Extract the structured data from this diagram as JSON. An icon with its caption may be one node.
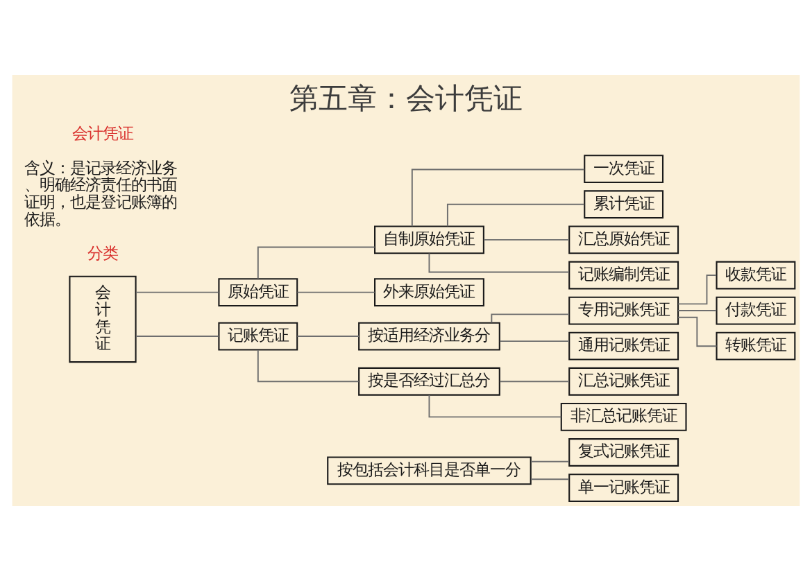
{
  "diagram": {
    "title": "第五章：会计凭证",
    "nodes": [
      {
        "text": [
          "会计凭证"
        ]
      },
      {
        "text": [
          "原始凭证"
        ]
      },
      {
        "text": [
          "自制原始凭证"
        ]
      },
      {
        "text": [
          "一次凭证"
        ]
      },
      {
        "text": [
          "累计凭证"
        ]
      },
      {
        "text": [
          "汇总原始凭证"
        ]
      },
      {
        "text": [
          "记账编制凭证"
        ]
      },
      {
        "text": [
          "外来原始凭证"
        ]
      },
      {
        "text": [
          "记账凭证"
        ]
      },
      {
        "text": [
          "按适用经济业务分"
        ]
      },
      {
        "text": [
          "专用记账凭证"
        ]
      },
      {
        "text": [
          "收款凭证"
        ]
      },
      {
        "text": [
          "付款凭证"
        ]
      },
      {
        "text": [
          "转账凭证"
        ]
      },
      {
        "text": [
          "通用记账凭证"
        ]
      },
      {
        "text": [
          "按包括会计科目是否单一分"
        ]
      },
      {
        "text": [
          "复式记账凭证"
        ]
      },
      {
        "text": [
          "单一记账凭证"
        ]
      },
      {
        "text": [
          "按是否经过汇总分"
        ]
      },
      {
        "text": [
          "汇总记账凭证"
        ]
      },
      {
        "text": [
          "非汇总记账凭证"
        ]
      }
    ],
    "edges": [
      {
        "from": 0,
        "to": 1,
        "arrow": "none"
      },
      {
        "from": 0,
        "to": 8,
        "arrow": "none"
      },
      {
        "from": 1,
        "to": 2,
        "arrow": "none"
      },
      {
        "from": 1,
        "to": 7,
        "arrow": "none"
      },
      {
        "from": 2,
        "to": 3,
        "arrow": "none"
      },
      {
        "from": 2,
        "to": 4,
        "arrow": "none"
      },
      {
        "from": 2,
        "to": 5,
        "arrow": "none"
      },
      {
        "from": 2,
        "to": 6,
        "arrow": "none"
      },
      {
        "from": 8,
        "to": 9,
        "arrow": "none"
      },
      {
        "from": 8,
        "to": 18,
        "arrow": "none"
      },
      {
        "from": 9,
        "to": 10,
        "arrow": "none"
      },
      {
        "from": 9,
        "to": 14,
        "arrow": "none"
      },
      {
        "from": 10,
        "to": 11,
        "arrow": "none"
      },
      {
        "from": 10,
        "to": 12,
        "arrow": "none"
      },
      {
        "from": 10,
        "to": 13,
        "arrow": "none"
      },
      {
        "from": 15,
        "to": 16,
        "arrow": "none"
      },
      {
        "from": 15,
        "to": 17,
        "arrow": "none"
      },
      {
        "from": 18,
        "to": 19,
        "arrow": "none"
      },
      {
        "from": 18,
        "to": 20,
        "arrow": "none"
      }
    ],
    "labels": [
      "会计凭证",
      "含义：是记录经济业务、明确经济责任的书面证明，也是登记账簿的依据。",
      "分类"
    ]
  }
}
